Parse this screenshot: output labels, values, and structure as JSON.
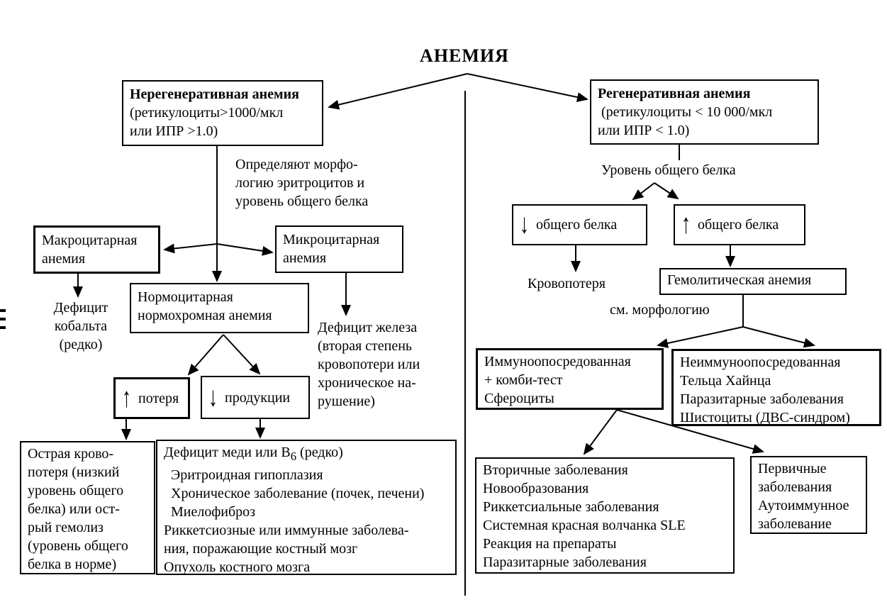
{
  "title": "АНЕМИЯ",
  "left_branch": {
    "root": {
      "heading": "Нерегенеративная анемия",
      "detail": "(ретикулоциты>1000/мкл\nили ИПР >1.0)"
    },
    "morphology_note": "Определяют морфо-\nлогию эритроцитов и\nуровень общего белка",
    "macrocytic": "Макроцитарная\nанемия",
    "microcytic": "Микроцитарная\nанемия",
    "normocytic": "Нормоцитарная\nнормохромная анемия",
    "cobalt_deficiency": "Дефицит\nкобальта\n(редко)",
    "iron_deficiency": "Дефицит железа\n(вторая степень\nкровопотери или\nхроническое на-\nрушение)",
    "loss": {
      "arrow": "↑",
      "label": "потеря"
    },
    "production": {
      "arrow": "↓",
      "label": "продукции"
    },
    "acute_loss": "Острая крово-\nпотеря (низкий\nуровень общего\nбелка) или ост-\nрый гемолиз\n(уровень общего\nбелка в норме)",
    "production_causes": {
      "line1_pre": "Дефицит меди или В",
      "line1_sub": "6",
      "line1_post": " (редко)",
      "rest": "  Эритроидная гипоплазия\n  Хроническое заболевание (почек, печени)\n  Миелофиброз\nРиккетсиозные или иммунные заболева-\nния, поражающие костный мозг\nОпухоль костного мозга"
    }
  },
  "right_branch": {
    "root": {
      "heading": "Регенеративная анемия",
      "detail": " (ретикулоциты < 10 000/мкл\nили ИПР < 1.0)"
    },
    "protein_level_label": "Уровень общего белка",
    "protein_low": {
      "arrow": "↓",
      "label": "общего белка"
    },
    "protein_high": {
      "arrow": "↑",
      "label": "общего белка"
    },
    "blood_loss": "Кровопотеря",
    "hemolytic": "Гемолитическая анемия",
    "see_morphology": "см. морфологию",
    "immune_mediated": "Иммуноопосредованная\n+ комби-тест\nСфероциты",
    "non_immune": "Неиммуноопосредованная\nТельца Хайнца\nПаразитарные заболевания\nШистоциты (ДВС-синдром)",
    "secondary": "Вторичные заболевания\nНовообразования\nРиккетсиальные заболевания\nСистемная красная волчанка SLE\nРеакция на препараты\nПаразитарные заболевания",
    "primary": "Первичные\nзаболевания\nАутоиммунное\nзаболевание"
  }
}
